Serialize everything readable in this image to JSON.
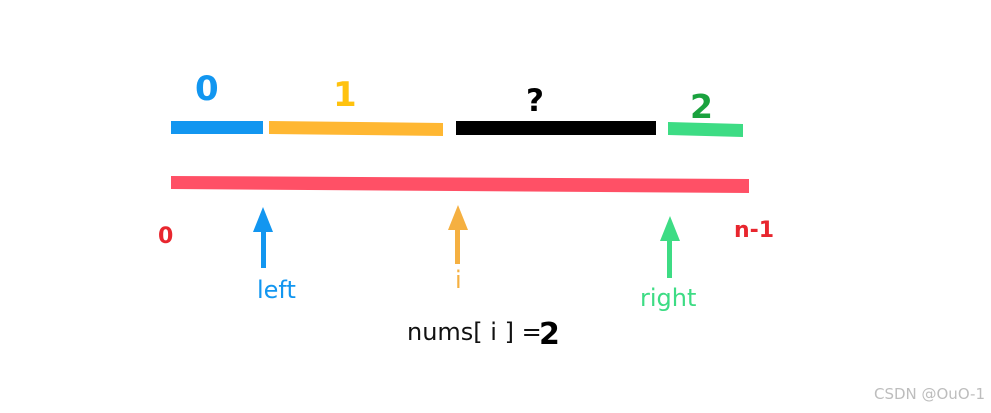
{
  "segments": [
    {
      "label": "0",
      "color": "#1296f0",
      "text_color": "#1296f0"
    },
    {
      "label": "1",
      "color": "#ffb732",
      "text_color": "#ffc20e"
    },
    {
      "label": "?",
      "color": "#000000",
      "text_color": "#000000"
    },
    {
      "label": "2",
      "color": "#3ddc84",
      "text_color": "#1aa23e"
    }
  ],
  "range": {
    "start_label": "0",
    "end_label": "n-1",
    "color": "#ff5066",
    "label_color": "#e8262e"
  },
  "pointers": [
    {
      "label": "left",
      "color": "#1296f0"
    },
    {
      "label": "i",
      "color": "#f5b041"
    },
    {
      "label": "right",
      "color": "#3ddc84"
    }
  ],
  "caption": {
    "expression": "nums[ i ] =",
    "value": "2"
  },
  "watermark": "CSDN @OuO-1"
}
